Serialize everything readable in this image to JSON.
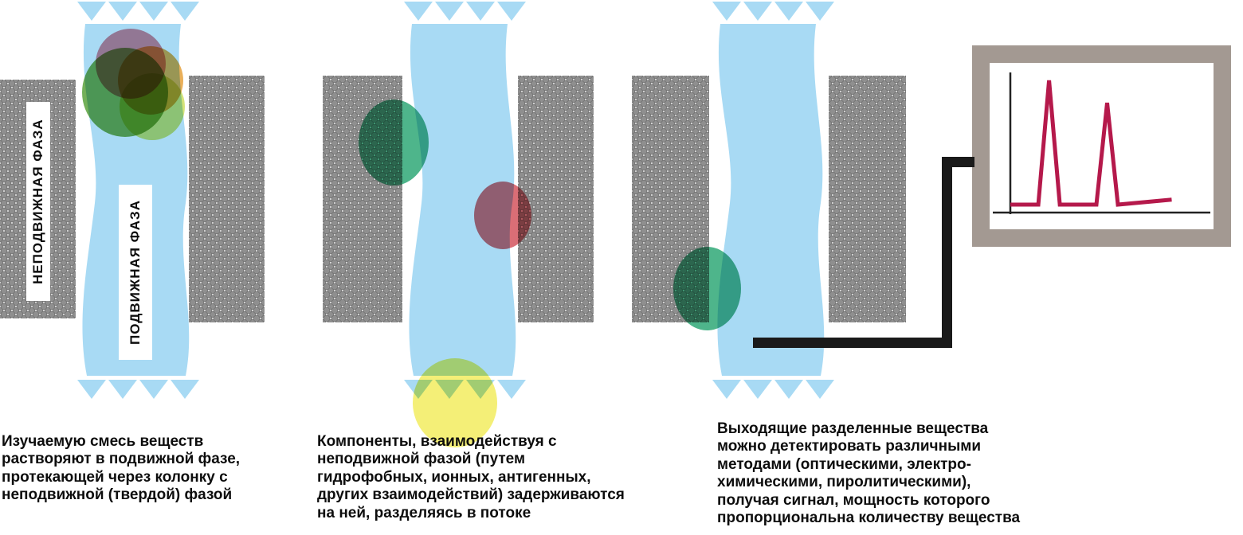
{
  "colors": {
    "flow-blue": "#a8daf4",
    "dot-gray": "#8f8f8f",
    "dot-edge": "#6e6e6e",
    "blob-pink": "#d9778a",
    "blob-orange": "#e6a13c",
    "blob-green": "#5aa23c",
    "blob-yellowgreen": "#cede62",
    "blob-teal": "#2fa876",
    "blob-red": "#d4545e",
    "blob-yellow": "#f2ec5f",
    "monitor-frame": "#a39992",
    "signal-red": "#b5194b",
    "wire": "#1a1a1a",
    "text": "#0d0d0d"
  },
  "panels": [
    {
      "labels": {
        "stationary": "НЕПОДВИЖНАЯ ФАЗА",
        "mobile": "ПОДВИЖНАЯ ФАЗА"
      },
      "caption": "Изучаемую смесь веществ\nрастворяют в подвижной фазе,\nпротекающей через колонку с\nнеподвижной (твердой) фазой"
    },
    {
      "caption": "Компоненты, взаимодействуя с\nнеподвижной фазой (путем\nгидрофобных, ионных, антигенных,\nдругих взаимодействий) задерживаются\nна ней, разделяясь в потоке"
    },
    {
      "caption": "Выходящие разделенные вещества\nможно детектировать различными\nметодами (оптическими, электро-\nхимическими, пиролитическими),\nполучая сигнал, мощность которого\nпропорциональна количеству вещества"
    }
  ],
  "chart_data": {
    "type": "line",
    "title": "",
    "xlabel": "",
    "ylabel": "",
    "x_range": [
      0,
      8
    ],
    "y_range": [
      0,
      10
    ],
    "grid": false,
    "legend": false,
    "series": [
      {
        "name": "detector-signal",
        "points": [
          [
            0,
            0
          ],
          [
            1.3,
            0
          ],
          [
            1.8,
            10
          ],
          [
            2.3,
            0
          ],
          [
            4.0,
            0
          ],
          [
            4.5,
            8.2
          ],
          [
            5.0,
            0
          ],
          [
            7.5,
            0.4
          ]
        ]
      }
    ]
  }
}
